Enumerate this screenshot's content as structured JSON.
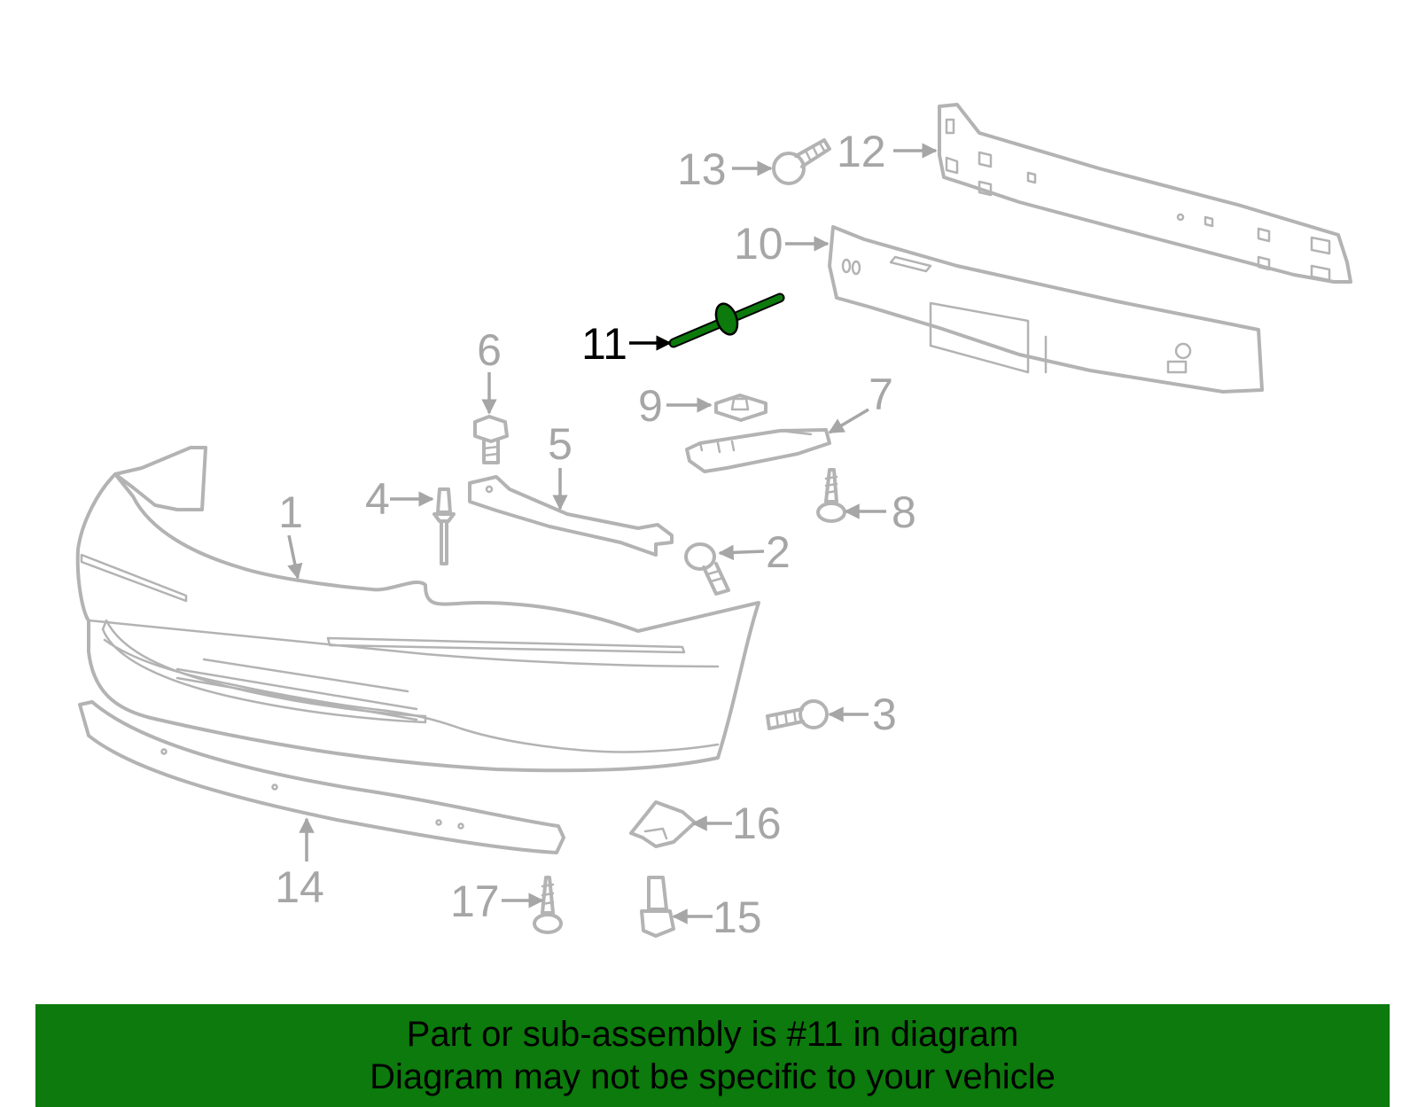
{
  "highlight_color": "#0c7a0c",
  "highlighted_part": "11",
  "callouts": [
    {
      "id": "1",
      "label": "1"
    },
    {
      "id": "2",
      "label": "2"
    },
    {
      "id": "3",
      "label": "3"
    },
    {
      "id": "4",
      "label": "4"
    },
    {
      "id": "5",
      "label": "5"
    },
    {
      "id": "6",
      "label": "6"
    },
    {
      "id": "7",
      "label": "7"
    },
    {
      "id": "8",
      "label": "8"
    },
    {
      "id": "9",
      "label": "9"
    },
    {
      "id": "10",
      "label": "10"
    },
    {
      "id": "11",
      "label": "11"
    },
    {
      "id": "12",
      "label": "12"
    },
    {
      "id": "13",
      "label": "13"
    },
    {
      "id": "14",
      "label": "14"
    },
    {
      "id": "15",
      "label": "15"
    },
    {
      "id": "16",
      "label": "16"
    },
    {
      "id": "17",
      "label": "17"
    }
  ],
  "banner": {
    "line1": "Part or sub-assembly is #11 in diagram",
    "line2": "Diagram may not be specific to your vehicle"
  }
}
